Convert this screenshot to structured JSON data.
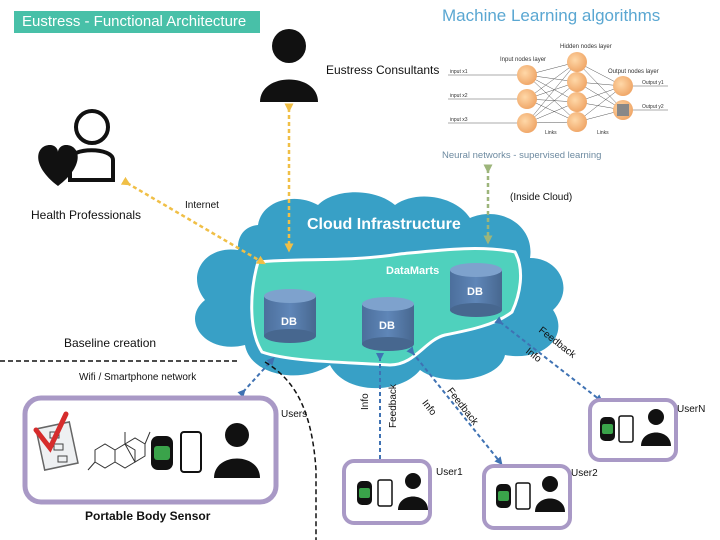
{
  "header": {
    "title": "Eustress - Functional Architecture"
  },
  "ml": {
    "title": "Machine Learning algorithms",
    "caption": "Neural networks - supervised learning",
    "input_layer": "Input nodes layer",
    "hidden_layer": "Hidden nodes layer",
    "output_layer": "Output nodes layer",
    "inputs": [
      "input x1",
      "input x2",
      "input x3"
    ],
    "outputs": [
      "Output y1",
      "Output y2"
    ],
    "links_left": "Links",
    "links_right": "Links"
  },
  "actors": {
    "consultants": "Eustress Consultants",
    "health": "Health Professionals"
  },
  "links": {
    "internet": "Internet",
    "inside_cloud": "(Inside Cloud)",
    "wifi": "Wifi / Smartphone network",
    "users": "Users",
    "baseline": "Baseline creation"
  },
  "cloud": {
    "title": "Cloud Infrastructure",
    "datamarts": "DataMarts",
    "db_labels": [
      "DB",
      "DB",
      "DB"
    ]
  },
  "flows": {
    "user1_info": "Info",
    "user1_feedback": "Feedback",
    "user2_info": "Info",
    "user2_feedback": "Feedback",
    "usern_info": "Info",
    "usern_feedback": "Feedback"
  },
  "users": {
    "user1": "User1",
    "user2": "User2",
    "usern": "UserN"
  },
  "sensor": {
    "label": "Portable Body Sensor"
  },
  "colors": {
    "badge": "#48c0a8",
    "ml_title": "#5aa7d2",
    "cloud": "#38a0c6",
    "datamart": "#4fd1bd",
    "db": "#5478a5",
    "arrow_orange": "#f0bf46",
    "arrow_blue": "#3f72b3",
    "arrow_green": "#9db57b",
    "user_border": "#a999c6"
  }
}
